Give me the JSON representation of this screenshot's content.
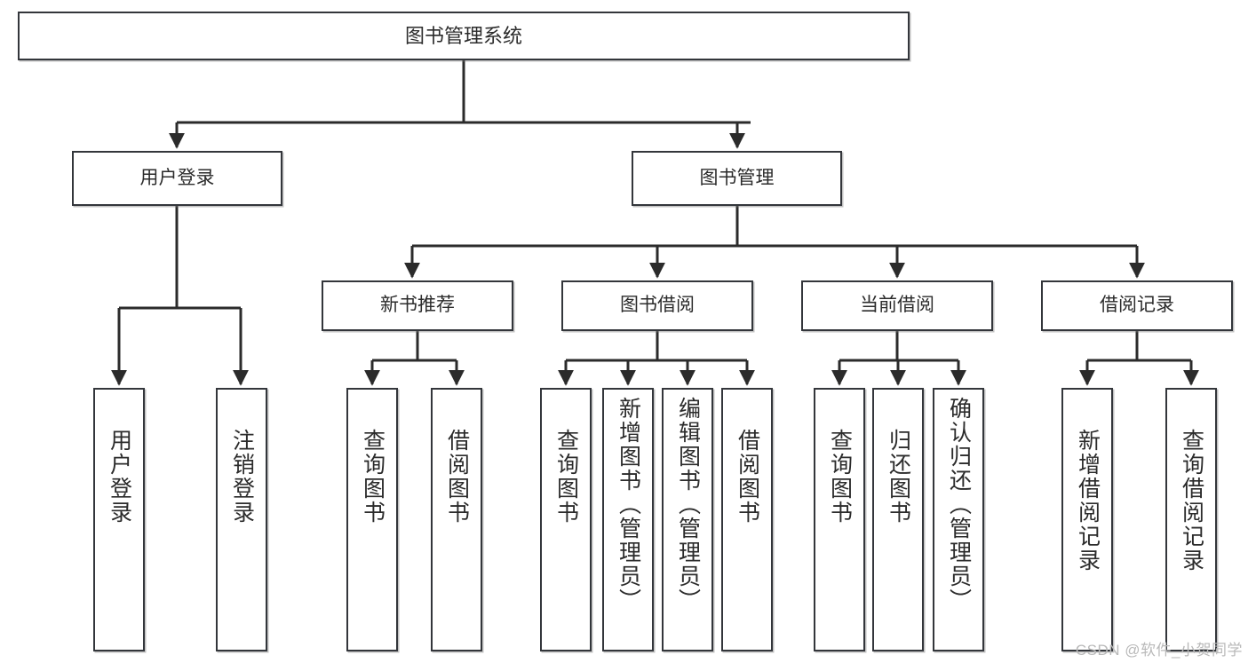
{
  "diagram": {
    "title": "图书管理系统",
    "type": "tree",
    "watermark": "CSDN @软件_小贺同学",
    "colors": {
      "box_border": "#33363b",
      "box_fill": "#ffffff",
      "edge": "#2b2b2b",
      "text": "#2b2b2b",
      "watermark": "#b9b9b9",
      "background": "#ffffff"
    },
    "nodes": {
      "root": {
        "label": "图书管理系统",
        "level": 0
      },
      "l1": [
        {
          "id": "user_login",
          "label": "用户登录"
        },
        {
          "id": "book_manage",
          "label": "图书管理"
        }
      ],
      "l2": [
        {
          "id": "new_book_rec",
          "label": "新书推荐",
          "parent": "book_manage"
        },
        {
          "id": "book_borrow",
          "label": "图书借阅",
          "parent": "book_manage"
        },
        {
          "id": "current_borrow",
          "label": "当前借阅",
          "parent": "book_manage"
        },
        {
          "id": "borrow_record",
          "label": "借阅记录",
          "parent": "book_manage"
        }
      ],
      "leaves": [
        {
          "id": "leaf_user_login",
          "label": "用户登录",
          "parent": "user_login"
        },
        {
          "id": "leaf_user_logout",
          "label": "注销登录",
          "parent": "user_login"
        },
        {
          "id": "leaf_query_book_1",
          "label": "查询图书",
          "parent": "new_book_rec"
        },
        {
          "id": "leaf_borrow_book_1",
          "label": "借阅图书",
          "parent": "new_book_rec"
        },
        {
          "id": "leaf_query_book_2",
          "label": "查询图书",
          "parent": "book_borrow"
        },
        {
          "id": "leaf_add_book",
          "label": "新增图书（管理员）",
          "parent": "book_borrow"
        },
        {
          "id": "leaf_edit_book",
          "label": "编辑图书（管理员）",
          "parent": "book_borrow"
        },
        {
          "id": "leaf_borrow_book_2",
          "label": "借阅图书",
          "parent": "book_borrow"
        },
        {
          "id": "leaf_query_book_3",
          "label": "查询图书",
          "parent": "current_borrow"
        },
        {
          "id": "leaf_return_book",
          "label": "归还图书",
          "parent": "current_borrow"
        },
        {
          "id": "leaf_confirm_return",
          "label": "确认归还（管理员）",
          "parent": "current_borrow"
        },
        {
          "id": "leaf_add_record",
          "label": "新增借阅记录",
          "parent": "borrow_record"
        },
        {
          "id": "leaf_query_record",
          "label": "查询借阅记录",
          "parent": "borrow_record"
        }
      ]
    }
  }
}
